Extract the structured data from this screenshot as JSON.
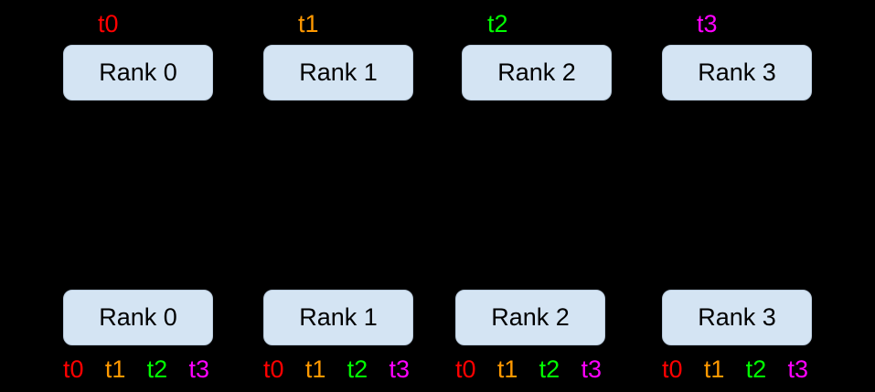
{
  "background_color": "#000000",
  "box": {
    "fill": "#d4e4f3",
    "border": "#b9cbdd",
    "text_color": "#000000"
  },
  "thread_colors": {
    "t0": "#ff0000",
    "t1": "#ff9900",
    "t2": "#00ff00",
    "t3": "#ff00ff"
  },
  "top_groups": [
    {
      "thread": "t0",
      "rank": "Rank 0"
    },
    {
      "thread": "t1",
      "rank": "Rank 1"
    },
    {
      "thread": "t2",
      "rank": "Rank 2"
    },
    {
      "thread": "t3",
      "rank": "Rank 3"
    }
  ],
  "bottom_groups": [
    {
      "rank": "Rank 0",
      "threads": [
        "t0",
        "t1",
        "t2",
        "t3"
      ]
    },
    {
      "rank": "Rank 1",
      "threads": [
        "t0",
        "t1",
        "t2",
        "t3"
      ]
    },
    {
      "rank": "Rank 2",
      "threads": [
        "t0",
        "t1",
        "t2",
        "t3"
      ]
    },
    {
      "rank": "Rank 3",
      "threads": [
        "t0",
        "t1",
        "t2",
        "t3"
      ]
    }
  ]
}
